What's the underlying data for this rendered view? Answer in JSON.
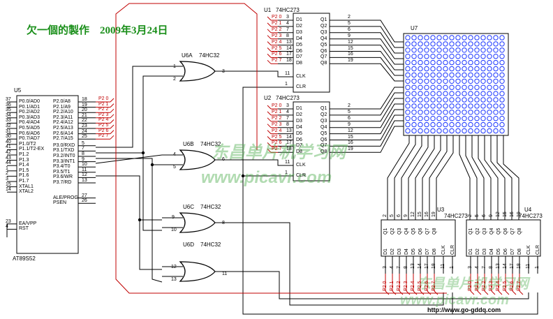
{
  "title": "欠一個的製作　2009年3月24日",
  "watermarks": {
    "wm1": "东昌单片机学习网",
    "wm2": "www.picavr.com",
    "wm3": "东昌单片机学习网",
    "wm4": "www.picavr.com"
  },
  "url_footer": "http://www.go-gddq.com",
  "colors": {
    "wire": "#000000",
    "bus": "#c00000",
    "led": "#1a35ff",
    "title": "#1a8f1a",
    "watermark": "#55b055"
  },
  "u5": {
    "ref": "U5",
    "part": "AT89S52",
    "left_pins": [
      {
        "n": "37",
        "name": "P0.0/AD0"
      },
      {
        "n": "36",
        "name": "P0.1/AD1"
      },
      {
        "n": "35",
        "name": "P0.2/AD2"
      },
      {
        "n": "34",
        "name": "P0.3/AD3"
      },
      {
        "n": "33",
        "name": "P0.4/AD4"
      },
      {
        "n": "32",
        "name": "P0.5/AD5"
      },
      {
        "n": "31",
        "name": "P0.6/AD6"
      },
      {
        "n": "30",
        "name": "P0.7/AD7"
      },
      {
        "n": "40",
        "name": "P1.0/T2"
      },
      {
        "n": "41",
        "name": "P1.1/T2-EX"
      },
      {
        "n": "42",
        "name": "P1.2"
      },
      {
        "n": "43",
        "name": "P1.3"
      },
      {
        "n": "44",
        "name": "P1.4"
      },
      {
        "n": "1",
        "name": "P1.5"
      },
      {
        "n": "2",
        "name": "P1.6"
      },
      {
        "n": "3",
        "name": "P1.7"
      },
      {
        "n": "15",
        "name": "XTAL1"
      },
      {
        "n": "14",
        "name": "XTAL2"
      },
      {
        "n": "",
        "name": ""
      },
      {
        "n": "",
        "name": ""
      },
      {
        "n": "",
        "name": ""
      },
      {
        "n": "",
        "name": ""
      },
      {
        "n": "",
        "name": ""
      },
      {
        "n": "23",
        "name": "EA/VPP"
      },
      {
        "n": "4",
        "name": "RST"
      }
    ],
    "right_pins": [
      {
        "n": "18",
        "name": "P2.0/A8"
      },
      {
        "n": "19",
        "name": "P2.1/A9"
      },
      {
        "n": "20",
        "name": "P2.2/A10"
      },
      {
        "n": "21",
        "name": "P2.3/A11"
      },
      {
        "n": "22",
        "name": "P2.4/A12"
      },
      {
        "n": "23",
        "name": "P2.5/A13"
      },
      {
        "n": "24",
        "name": "P2.6/A14"
      },
      {
        "n": "25",
        "name": "P2.7/A15"
      },
      {
        "n": "5",
        "name": "P3.0/RXD"
      },
      {
        "n": "7",
        "name": "P3.1/TXD"
      },
      {
        "n": "8",
        "name": "P3.2/INT0"
      },
      {
        "n": "9",
        "name": "P3.3/INT1"
      },
      {
        "n": "10",
        "name": "P3.4/T0"
      },
      {
        "n": "11",
        "name": "P3.5/T1"
      },
      {
        "n": "12",
        "name": "P3.6/WR"
      },
      {
        "n": "13",
        "name": "P3.7/RD"
      },
      {
        "n": "27",
        "name": "ALE/PROG"
      },
      {
        "n": "26",
        "name": "PSEN"
      }
    ],
    "port2_nets": [
      "P2 0",
      "P2 1",
      "P2 2",
      "P2 3",
      "P2 4",
      "P2 5",
      "P2 6",
      "P2 7"
    ]
  },
  "gates": [
    {
      "ref": "U6A",
      "part": "74HC32",
      "in1": "1",
      "in2": "2",
      "out": "3"
    },
    {
      "ref": "U6B",
      "part": "74HC32",
      "in1": "4",
      "in2": "5",
      "out": "6"
    },
    {
      "ref": "U6C",
      "part": "74HC32",
      "in1": "9",
      "in2": "10",
      "out": "8"
    },
    {
      "ref": "U6D",
      "part": "74HC32",
      "in1": "12",
      "in2": "13",
      "out": "11"
    }
  ],
  "u1": {
    "ref": "U1",
    "part": "74HC273",
    "nets": [
      "P2 0",
      "P2 1",
      "P2 2",
      "P2 3",
      "P2 4",
      "P2 5",
      "P2 6",
      "P2 7"
    ],
    "d_pins": [
      "3",
      "4",
      "7",
      "8",
      "13",
      "14",
      "17",
      "18"
    ],
    "q_pins": [
      "2",
      "5",
      "6",
      "9",
      "12",
      "15",
      "16",
      "19"
    ],
    "inputs": [
      "D1",
      "D2",
      "D3",
      "D4",
      "D5",
      "D6",
      "D7",
      "D8"
    ],
    "outputs": [
      "Q1",
      "Q2",
      "Q3",
      "Q4",
      "Q5",
      "Q6",
      "Q7",
      "Q8"
    ],
    "clk": "CLK",
    "clr": "CLR",
    "clk_pin": "11",
    "clr_pin": "1"
  },
  "u2": {
    "ref": "U2",
    "part": "74HC273",
    "nets": [
      "P2 0",
      "P2 1",
      "P2 2",
      "P2 3",
      "P2 4",
      "P2 5",
      "P2 6",
      "P2 7"
    ],
    "d_pins": [
      "3",
      "4",
      "7",
      "8",
      "13",
      "14",
      "17",
      "18"
    ],
    "q_pins": [
      "2",
      "5",
      "6",
      "9",
      "12",
      "15",
      "16",
      "19"
    ],
    "inputs": [
      "D1",
      "D2",
      "D3",
      "D4",
      "D5",
      "D6",
      "D7",
      "D8"
    ],
    "outputs": [
      "Q1",
      "Q2",
      "Q3",
      "Q4",
      "Q5",
      "Q6",
      "Q7",
      "Q8"
    ],
    "clk": "CLK",
    "clr": "CLR",
    "clk_pin": "11",
    "clr_pin": "1"
  },
  "u3": {
    "ref": "U3",
    "part": "74HC273",
    "q_labels": [
      "Q1",
      "Q2",
      "Q3",
      "Q4",
      "Q5",
      "Q6",
      "Q7",
      "Q8"
    ],
    "q_pins": [
      "2",
      "5",
      "6",
      "9",
      "12",
      "15",
      "16",
      "19"
    ],
    "d_labels": [
      "D1",
      "D2",
      "D3",
      "D4",
      "D5",
      "D6",
      "D7",
      "D8"
    ],
    "d_pins": [
      "3",
      "4",
      "7",
      "8",
      "13",
      "14",
      "17",
      "18"
    ],
    "clk": "CLK",
    "clr": "CLR",
    "clk_pin": "11",
    "clr_pin": "1",
    "nets": [
      "P2 0",
      "P2 1",
      "P2 2",
      "P2 3",
      "P2 4",
      "P2 5",
      "P2 6",
      "P2 7"
    ]
  },
  "u4": {
    "ref": "U4",
    "part": "74HC273",
    "q_labels": [
      "Q1",
      "Q2",
      "Q3",
      "Q4",
      "Q5",
      "Q6",
      "Q7",
      "Q8"
    ],
    "q_pins": [
      "2",
      "5",
      "6",
      "9",
      "12",
      "15",
      "16",
      "19"
    ],
    "d_labels": [
      "D1",
      "D2",
      "D3",
      "D4",
      "D5",
      "D6",
      "D7",
      "D8"
    ],
    "d_pins": [
      "3",
      "4",
      "7",
      "8",
      "13",
      "14",
      "17",
      "18"
    ],
    "clk": "CLK",
    "clr": "CLR",
    "clk_pin": "11",
    "clr_pin": "1",
    "nets": [
      "P2 0",
      "P2 1",
      "P2 2",
      "P2 3",
      "P2 4",
      "P2 5",
      "P2 6",
      "P2 7"
    ]
  },
  "u7": {
    "ref": "U7"
  }
}
